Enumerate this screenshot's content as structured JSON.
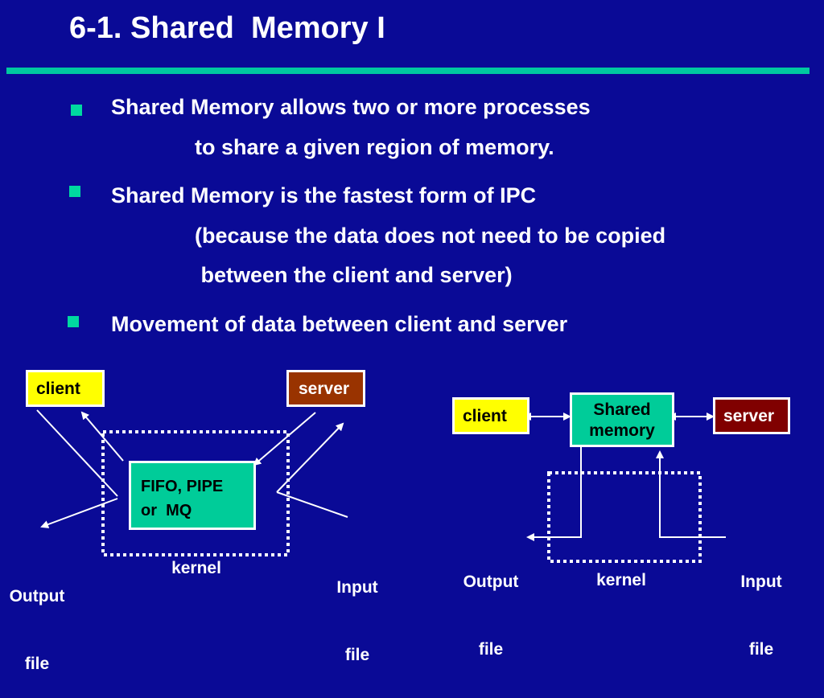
{
  "slide": {
    "title": "6-1. Shared  Memory I",
    "bullets": [
      {
        "lines": [
          "Shared Memory allows two or more processes",
          "to share a given region of memory."
        ]
      },
      {
        "lines": [
          "Shared Memory is the fastest form of IPC",
          "(because the data does not need to be copied",
          " between the client and server)"
        ]
      },
      {
        "lines": [
          "Movement of data between client and server"
        ]
      }
    ]
  },
  "left_diagram": {
    "client": "client",
    "server": "server",
    "fifo": [
      "FIFO, PIPE",
      "or  MQ"
    ],
    "kernel": "kernel",
    "output": [
      "Output",
      "file"
    ],
    "input": [
      "Input",
      "file"
    ]
  },
  "right_diagram": {
    "client": "client",
    "server": "server",
    "shared": [
      "Shared",
      "memory"
    ],
    "kernel": "kernel",
    "output": [
      "Output",
      "file"
    ],
    "input": [
      "Input",
      "file"
    ]
  },
  "colors": {
    "background": "#0A0A96",
    "accent": "#00C8A0",
    "client_fill": "#FFFF00",
    "server_fill_left": "#993300",
    "server_fill_right": "#800000",
    "teal_box": "#00CC99"
  }
}
